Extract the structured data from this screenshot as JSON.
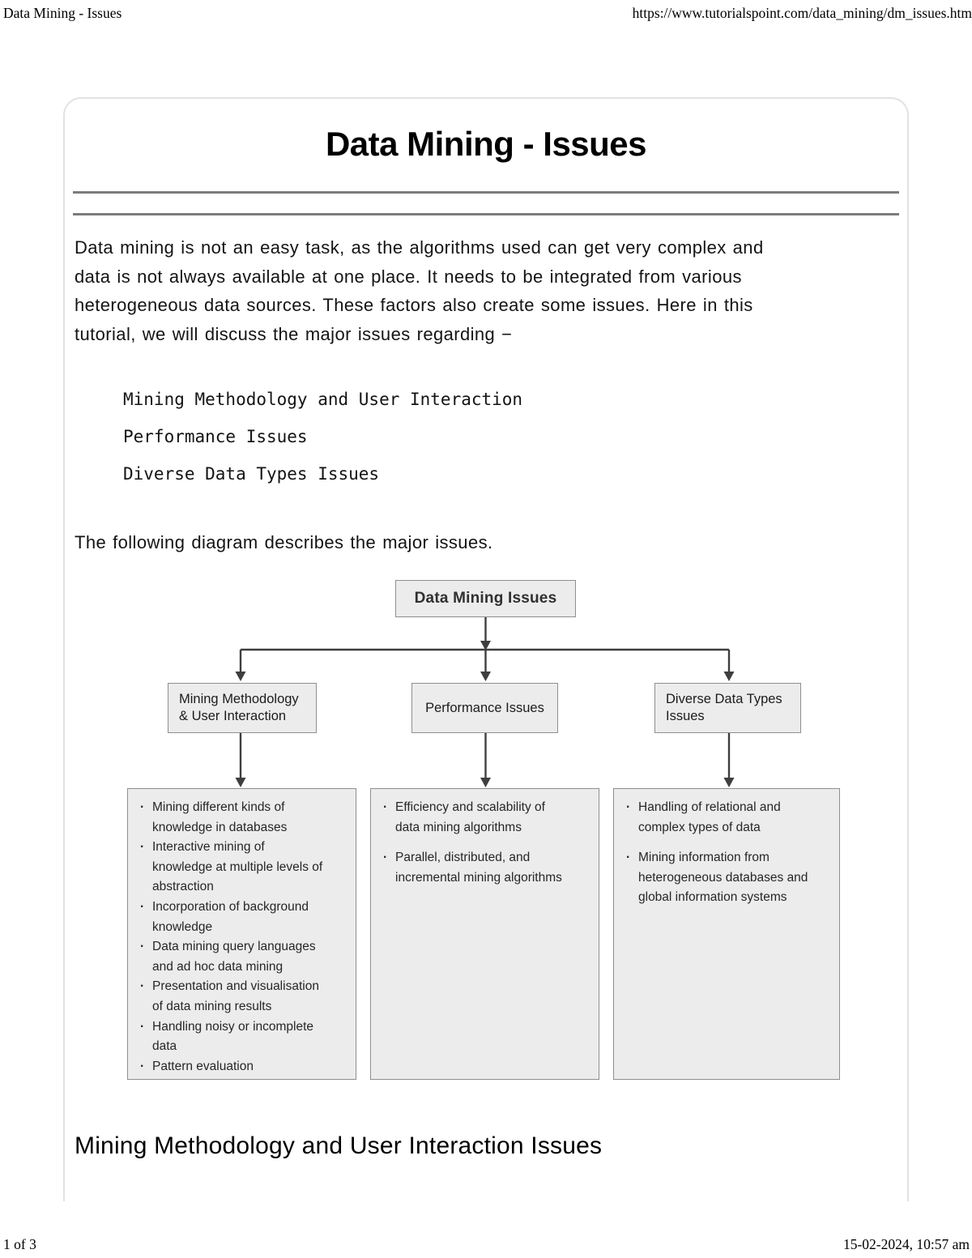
{
  "print": {
    "header": {
      "title": "Data Mining - Issues",
      "url": "https://www.tutorialspoint.com/data_mining/dm_issues.htm"
    },
    "footer": {
      "page_number": "1 of 3",
      "timestamp": "15-02-2024, 10:57 am"
    }
  },
  "article": {
    "title": "Data Mining - Issues",
    "intro": "Data mining is not an easy task, as the algorithms used can get very complex and\ndata is not always available at one place. It needs to be integrated from various\nheterogeneous data sources. These factors also create some issues. Here in this\ntutorial, we will discuss the major issues regarding −",
    "issue_list": [
      "Mining Methodology and User Interaction",
      "Performance Issues",
      "Diverse Data Types Issues"
    ],
    "diagram_caption": "The following diagram describes the major issues.",
    "section_heading": "Mining Methodology and User Interaction Issues"
  },
  "diagram": {
    "root_label": "Data Mining Issues",
    "branches": [
      {
        "label": "Mining Methodology\n& User Interaction",
        "items": [
          "Mining different kinds of\nknowledge in databases",
          "Interactive mining of\nknowledge at multiple levels of\nabstraction",
          "Incorporation of background\nknowledge",
          "Data mining query languages\nand ad hoc data mining",
          "Presentation and visualisation\nof data mining results",
          "Handling noisy or incomplete\ndata",
          "Pattern evaluation"
        ]
      },
      {
        "label": "Performance Issues",
        "items": [
          "Efficiency and scalability of\ndata mining algorithms",
          "Parallel, distributed, and\nincremental mining algorithms"
        ]
      },
      {
        "label": "Diverse Data Types\nIssues",
        "items": [
          "Handling of relational and\ncomplex types of data",
          "Mining information from\nheterogeneous databases and\nglobal information systems"
        ]
      }
    ],
    "colors": {
      "box_fill": "#ececec",
      "box_border": "#8f8f8f",
      "connector": "#3e3e3e"
    }
  }
}
